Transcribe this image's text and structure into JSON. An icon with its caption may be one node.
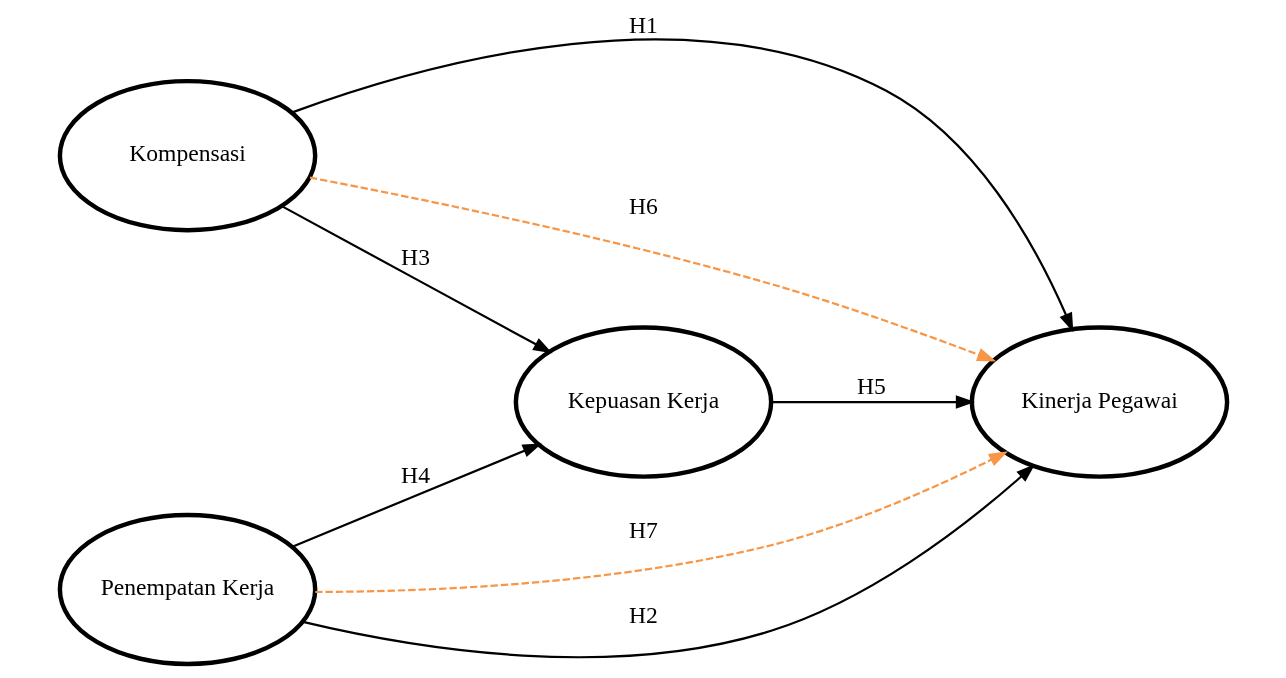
{
  "diagram": {
    "nodes": [
      {
        "text": [
          "Kompensasi"
        ]
      },
      {
        "text": [
          "Kepuasan Kerja"
        ]
      },
      {
        "text": [
          "Penempatan Kerja"
        ]
      },
      {
        "text": [
          "Kinerja Pegawai"
        ]
      }
    ],
    "edges": [
      {
        "from": 0,
        "to": 3,
        "arrow": "to",
        "label": "H1"
      },
      {
        "from": 0,
        "to": 3,
        "arrow": "to",
        "label": "H6",
        "style": "dashed",
        "color": "#f79646"
      },
      {
        "from": 0,
        "to": 1,
        "arrow": "to",
        "label": "H3"
      },
      {
        "from": 1,
        "to": 3,
        "arrow": "to",
        "label": "H5"
      },
      {
        "from": 2,
        "to": 1,
        "arrow": "to",
        "label": "H4"
      },
      {
        "from": 2,
        "to": 3,
        "arrow": "to",
        "label": "H7",
        "style": "dashed",
        "color": "#f79646"
      },
      {
        "from": 2,
        "to": 3,
        "arrow": "to",
        "label": "H2"
      }
    ]
  }
}
